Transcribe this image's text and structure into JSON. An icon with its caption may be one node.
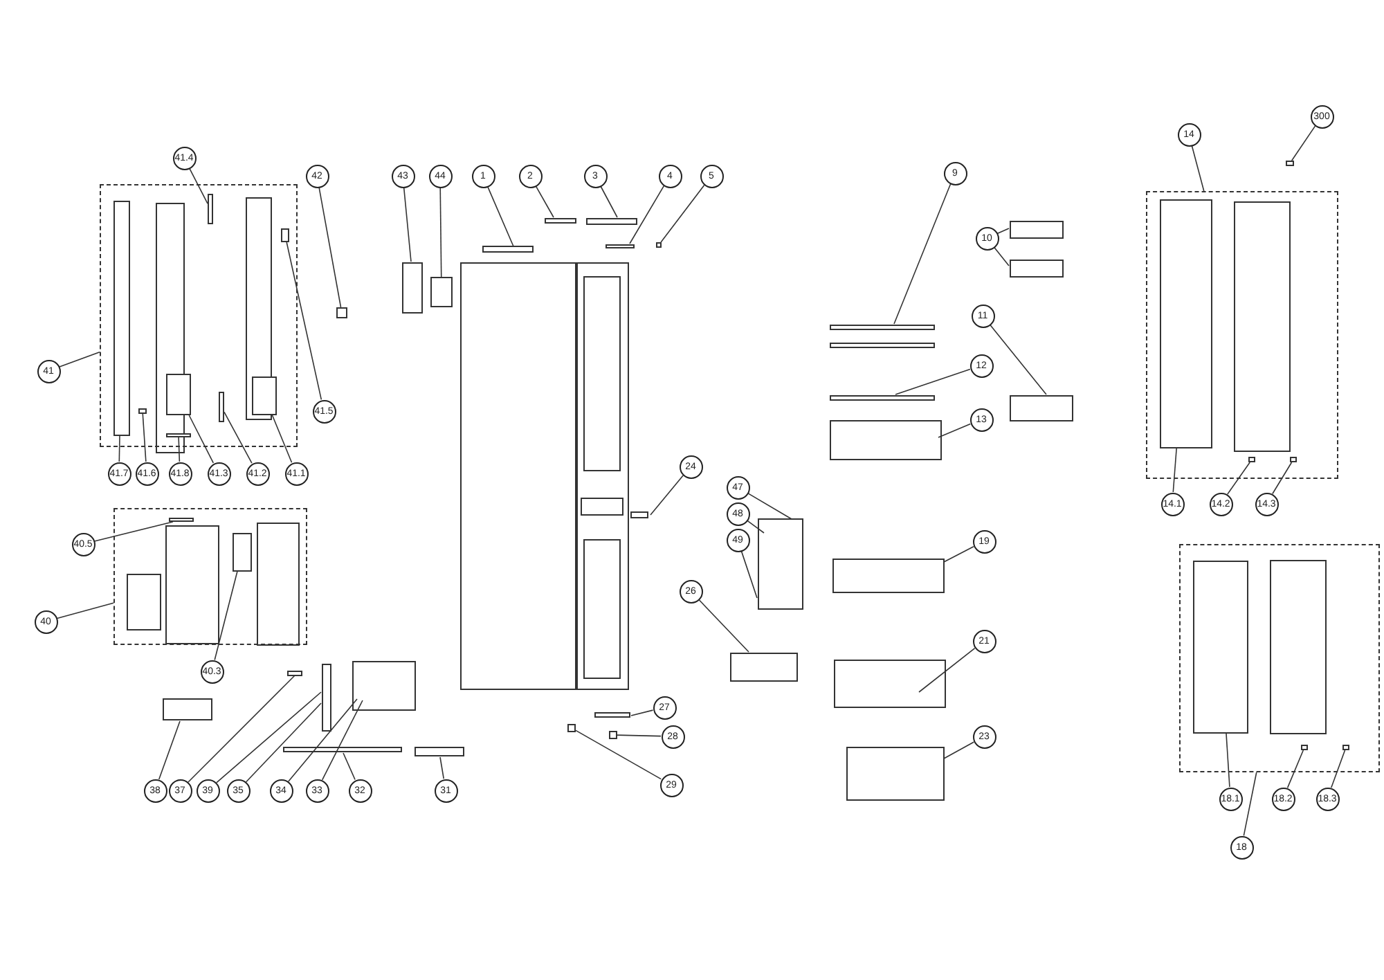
{
  "diagram": {
    "nodes": [
      {
        "text": [],
        "shape": "box"
      },
      {
        "text": [
          "41.4"
        ]
      },
      {
        "text": [
          "41"
        ]
      },
      {
        "text": [
          "41.5"
        ]
      },
      {
        "text": [
          "41.7"
        ]
      },
      {
        "text": [
          "41.6"
        ]
      },
      {
        "text": [
          "41.8"
        ]
      },
      {
        "text": [
          "41.3"
        ]
      },
      {
        "text": [
          "41.2"
        ]
      },
      {
        "text": [
          "41.1"
        ]
      },
      {
        "text": [
          "42"
        ]
      },
      {
        "text": [
          "43"
        ]
      },
      {
        "text": [
          "44"
        ]
      },
      {
        "text": [
          "1"
        ]
      },
      {
        "text": [
          "2"
        ]
      },
      {
        "text": [
          "3"
        ]
      },
      {
        "text": [
          "4"
        ]
      },
      {
        "text": [
          "5"
        ]
      },
      {
        "text": [
          "9"
        ]
      },
      {
        "text": [
          "10"
        ]
      },
      {
        "text": [
          "11"
        ]
      },
      {
        "text": [
          "12"
        ]
      },
      {
        "text": [
          "13"
        ]
      },
      {
        "text": [
          "14"
        ]
      },
      {
        "text": [
          "300"
        ]
      },
      {
        "text": [],
        "shape": "box"
      },
      {
        "text": [
          "14.1"
        ]
      },
      {
        "text": [
          "14.2"
        ]
      },
      {
        "text": [
          "14.3"
        ]
      },
      {
        "text": [
          "24"
        ]
      },
      {
        "text": [
          "47"
        ]
      },
      {
        "text": [
          "48"
        ]
      },
      {
        "text": [
          "49"
        ]
      },
      {
        "text": [
          "19"
        ]
      },
      {
        "text": [
          "26"
        ]
      },
      {
        "text": [
          "21"
        ]
      },
      {
        "text": [
          "23"
        ]
      },
      {
        "text": [
          "27"
        ]
      },
      {
        "text": [
          "28"
        ]
      },
      {
        "text": [
          "29"
        ]
      },
      {
        "text": [],
        "shape": "box"
      },
      {
        "text": [
          "40.5"
        ]
      },
      {
        "text": [
          "40"
        ]
      },
      {
        "text": [
          "40.3"
        ]
      },
      {
        "text": [
          "38"
        ]
      },
      {
        "text": [
          "37"
        ]
      },
      {
        "text": [
          "39"
        ]
      },
      {
        "text": [
          "35"
        ]
      },
      {
        "text": [
          "34"
        ]
      },
      {
        "text": [
          "33"
        ]
      },
      {
        "text": [
          "32"
        ]
      },
      {
        "text": [
          "31"
        ]
      },
      {
        "text": [],
        "shape": "box"
      },
      {
        "text": [
          "18.1"
        ]
      },
      {
        "text": [
          "18.2"
        ]
      },
      {
        "text": [
          "18.3"
        ]
      },
      {
        "text": [
          "18"
        ]
      },
      {
        "text": [],
        "shape": "box",
        "in": 0
      },
      {
        "text": [],
        "shape": "box",
        "in": 0
      },
      {
        "text": [],
        "shape": "box",
        "in": 0
      },
      {
        "text": [],
        "shape": "box",
        "in": 0
      },
      {
        "text": [],
        "shape": "box",
        "in": 0
      },
      {
        "text": [],
        "shape": "box",
        "in": 0
      },
      {
        "text": [],
        "shape": "box",
        "in": 0
      },
      {
        "text": [],
        "shape": "box",
        "in": 0
      },
      {
        "text": [],
        "shape": "box",
        "in": 40
      },
      {
        "text": [],
        "shape": "box",
        "in": 40
      },
      {
        "text": [],
        "shape": "box",
        "in": 25
      },
      {
        "text": [],
        "shape": "box",
        "in": 25
      },
      {
        "text": [],
        "shape": "box",
        "in": 25
      },
      {
        "text": [],
        "shape": "box",
        "in": 52
      },
      {
        "text": [],
        "shape": "box",
        "in": 52
      },
      {
        "text": [],
        "shape": "box",
        "in": 52
      },
      {
        "text": [],
        "shape": "box"
      },
      {
        "text": [],
        "shape": "box"
      },
      {
        "text": [],
        "shape": "box"
      },
      {
        "text": [],
        "shape": "box"
      },
      {
        "text": [],
        "shape": "box"
      },
      {
        "text": [],
        "shape": "box"
      }
    ],
    "edges": [
      {
        "from": 1,
        "to": 57,
        "arrow": "none"
      },
      {
        "from": 2,
        "to": 0,
        "arrow": "none"
      },
      {
        "from": 3,
        "to": 58,
        "arrow": "none"
      },
      {
        "from": 4,
        "to": 59,
        "arrow": "none"
      },
      {
        "from": 5,
        "to": 60,
        "arrow": "none"
      },
      {
        "from": 6,
        "to": 61,
        "arrow": "none"
      },
      {
        "from": 7,
        "to": 62,
        "arrow": "none"
      },
      {
        "from": 8,
        "to": 63,
        "arrow": "none"
      },
      {
        "from": 9,
        "to": 64,
        "arrow": "none"
      },
      {
        "from": 10,
        "to": 73,
        "arrow": "none"
      },
      {
        "from": 11,
        "to": null,
        "arrow": "none"
      },
      {
        "from": 12,
        "to": 74,
        "arrow": "none"
      },
      {
        "from": 13,
        "to": null,
        "arrow": "none"
      },
      {
        "from": 14,
        "to": null,
        "arrow": "none"
      },
      {
        "from": 15,
        "to": null,
        "arrow": "none"
      },
      {
        "from": 16,
        "to": null,
        "arrow": "none"
      },
      {
        "from": 17,
        "to": 75,
        "arrow": "none"
      },
      {
        "from": 18,
        "to": null,
        "arrow": "none"
      },
      {
        "from": 19,
        "to": null,
        "arrow": "none"
      },
      {
        "from": 19,
        "to": null,
        "arrow": "none"
      },
      {
        "from": 20,
        "to": null,
        "arrow": "none"
      },
      {
        "from": 21,
        "to": null,
        "arrow": "none"
      },
      {
        "from": 22,
        "to": null,
        "arrow": "none"
      },
      {
        "from": 23,
        "to": 25,
        "arrow": "none"
      },
      {
        "from": 24,
        "to": 76,
        "arrow": "none"
      },
      {
        "from": 26,
        "to": 67,
        "arrow": "none"
      },
      {
        "from": 27,
        "to": 68,
        "arrow": "none"
      },
      {
        "from": 28,
        "to": 69,
        "arrow": "none"
      },
      {
        "from": 29,
        "to": null,
        "arrow": "none"
      },
      {
        "from": 30,
        "to": null,
        "arrow": "none"
      },
      {
        "from": 31,
        "to": null,
        "arrow": "none"
      },
      {
        "from": 32,
        "to": null,
        "arrow": "none"
      },
      {
        "from": 33,
        "to": null,
        "arrow": "none"
      },
      {
        "from": 34,
        "to": null,
        "arrow": "none"
      },
      {
        "from": 35,
        "to": null,
        "arrow": "none"
      },
      {
        "from": 36,
        "to": null,
        "arrow": "none"
      },
      {
        "from": 37,
        "to": null,
        "arrow": "none"
      },
      {
        "from": 38,
        "to": 77,
        "arrow": "none"
      },
      {
        "from": 39,
        "to": 78,
        "arrow": "none"
      },
      {
        "from": 41,
        "to": 65,
        "arrow": "none"
      },
      {
        "from": 42,
        "to": 40,
        "arrow": "none"
      },
      {
        "from": 43,
        "to": 66,
        "arrow": "none"
      },
      {
        "from": 44,
        "to": null,
        "arrow": "none"
      },
      {
        "from": 45,
        "to": null,
        "arrow": "none"
      },
      {
        "from": 46,
        "to": null,
        "arrow": "none"
      },
      {
        "from": 47,
        "to": null,
        "arrow": "none"
      },
      {
        "from": 48,
        "to": null,
        "arrow": "none"
      },
      {
        "from": 49,
        "to": null,
        "arrow": "none"
      },
      {
        "from": 50,
        "to": null,
        "arrow": "none"
      },
      {
        "from": 51,
        "to": null,
        "arrow": "none"
      },
      {
        "from": 53,
        "to": 70,
        "arrow": "none"
      },
      {
        "from": 54,
        "to": 71,
        "arrow": "none"
      },
      {
        "from": 55,
        "to": 72,
        "arrow": "none"
      },
      {
        "from": 56,
        "to": 52,
        "arrow": "none"
      }
    ]
  }
}
